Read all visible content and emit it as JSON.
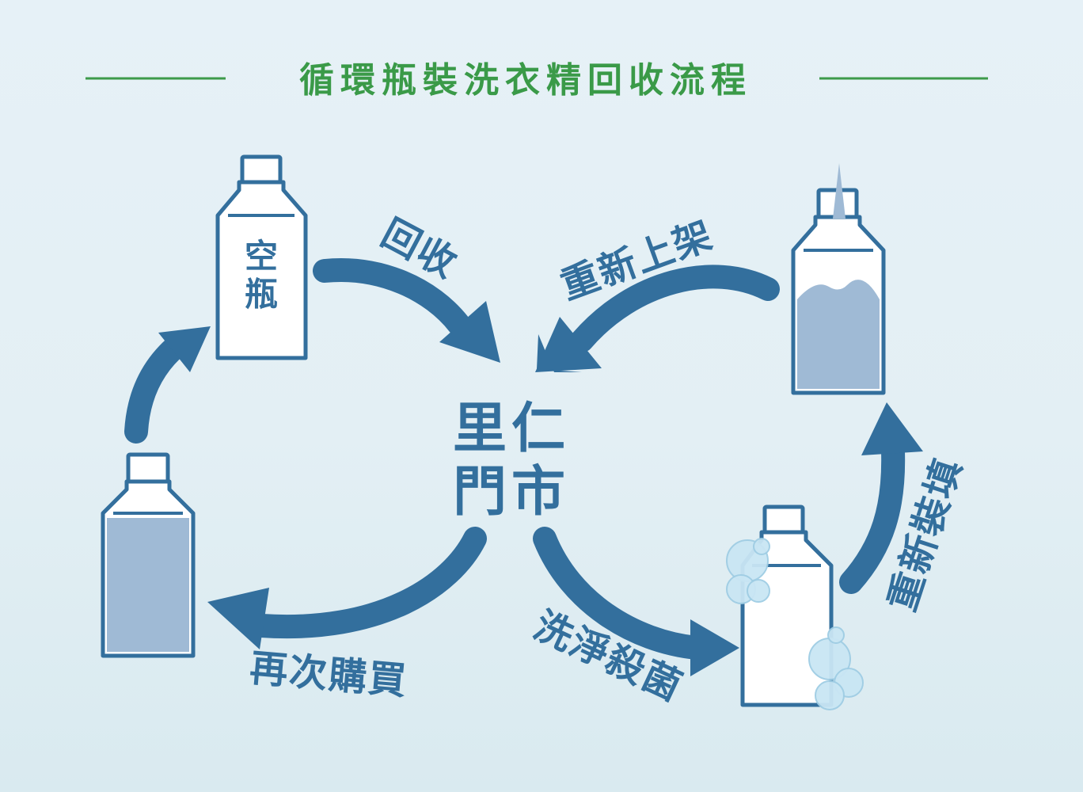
{
  "title": "循環瓶裝洗衣精回收流程",
  "center": {
    "line1": "里仁",
    "line2": "門市"
  },
  "steps": {
    "recycle": "回收",
    "restock": "重新上架",
    "refill": "重新裝填",
    "clean": "洗淨殺菌",
    "rebuy": "再次購買"
  },
  "bottle_label": {
    "line1": "空",
    "line2": "瓶"
  },
  "colors": {
    "title_green": "#3a9a48",
    "primary_blue": "#336f9d",
    "liquid": "#9fbad5",
    "background": "#e4f0f5"
  },
  "icons": [
    "empty-bottle-icon",
    "filled-bottle-icon",
    "sealed-bottle-icon",
    "washing-bottle-icon",
    "bottle-icon"
  ]
}
